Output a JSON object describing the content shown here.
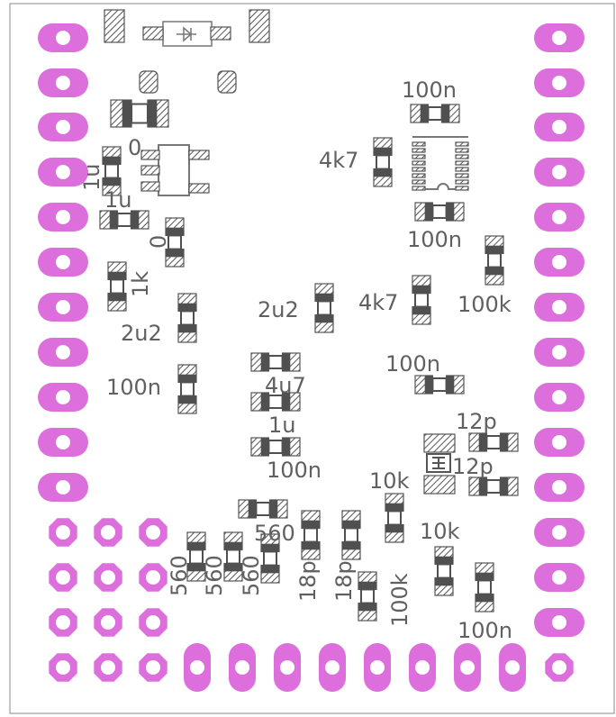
{
  "colors": {
    "pad": "#DD6FDD",
    "hole": "#FFFFFF",
    "outline": "#8A8A8A",
    "hatch": "#555555",
    "copper": "#505050",
    "label": "#606060"
  },
  "labels": [
    {
      "id": "r1",
      "text": "0"
    },
    {
      "id": "c1",
      "text": "1u"
    },
    {
      "id": "c2",
      "text": "1u"
    },
    {
      "id": "r2",
      "text": "0"
    },
    {
      "id": "r3",
      "text": "1k"
    },
    {
      "id": "c3",
      "text": "2u2"
    },
    {
      "id": "c4",
      "text": "100n"
    },
    {
      "id": "c5",
      "text": "2u2"
    },
    {
      "id": "c6",
      "text": "4u7"
    },
    {
      "id": "c7",
      "text": "1u"
    },
    {
      "id": "c8",
      "text": "100n"
    },
    {
      "id": "r4",
      "text": "560"
    },
    {
      "id": "r5",
      "text": "560"
    },
    {
      "id": "r6",
      "text": "560"
    },
    {
      "id": "r7",
      "text": "560"
    },
    {
      "id": "c9",
      "text": "18p"
    },
    {
      "id": "c10",
      "text": "18p"
    },
    {
      "id": "r8",
      "text": "100k"
    },
    {
      "id": "c11",
      "text": "100n"
    },
    {
      "id": "r9",
      "text": "4k7"
    },
    {
      "id": "c12",
      "text": "100n"
    },
    {
      "id": "r10",
      "text": "4k7"
    },
    {
      "id": "r11",
      "text": "100k"
    },
    {
      "id": "c13",
      "text": "100n"
    },
    {
      "id": "c14",
      "text": "12p"
    },
    {
      "id": "c15",
      "text": "12p"
    },
    {
      "id": "r12",
      "text": "10k"
    },
    {
      "id": "r13",
      "text": "10k"
    },
    {
      "id": "c16",
      "text": "100n"
    }
  ]
}
